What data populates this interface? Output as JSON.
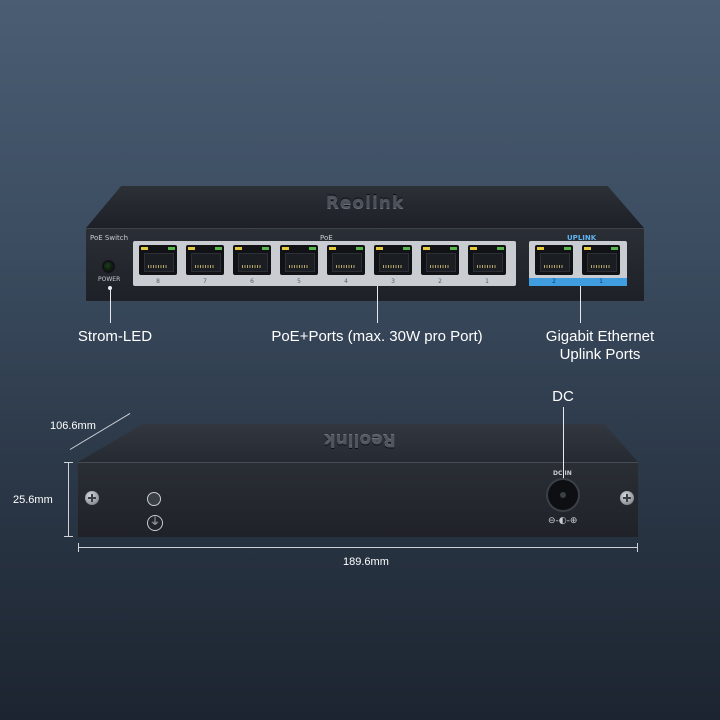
{
  "brand": "Reolink",
  "front": {
    "model_label": "PoE Switch",
    "poe_label": "PoE",
    "uplink_label": "UPLINK",
    "power_label": "POWER",
    "poe_port_numbers": [
      "8",
      "7",
      "6",
      "5",
      "4",
      "3",
      "2",
      "1"
    ],
    "uplink_port_numbers": [
      "2",
      "1"
    ],
    "colors": {
      "uplink_accent": "#3f9de0",
      "led_yellow": "#e5c93c",
      "led_green": "#57b64a"
    }
  },
  "callouts": {
    "power_led": "Strom-LED",
    "poe_ports": "PoE+Ports (max. 30W pro Port)",
    "uplink_line1": "Gigabit Ethernet",
    "uplink_line2": "Uplink Ports",
    "dc": "DC"
  },
  "rear": {
    "dc_in_label": "DC IN",
    "polarity_symbol": "⊖-◐-⊕",
    "ground_symbol": "⏚"
  },
  "dimensions": {
    "depth": "106.6mm",
    "height": "25.6mm",
    "width": "189.6mm"
  }
}
